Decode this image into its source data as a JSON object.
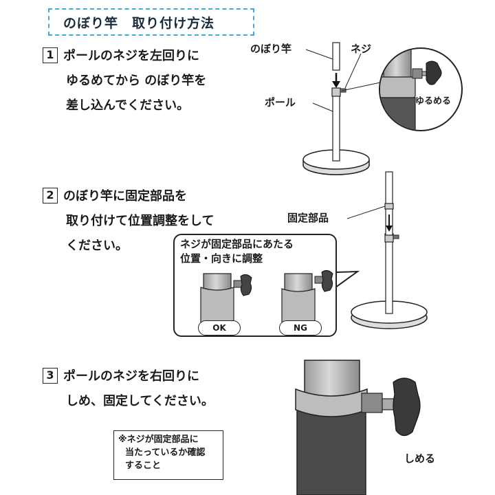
{
  "title": "のぼり竿　取り付け方法",
  "steps": [
    {
      "num": "1",
      "lines": [
        "ポールのネジを左回りに",
        "ゆるめてから のぼり竿を",
        "差し込んでください。"
      ]
    },
    {
      "num": "2",
      "lines": [
        "のぼり竿に固定部品を",
        "取り付けて位置調整をして",
        "ください。"
      ]
    },
    {
      "num": "3",
      "lines": [
        "ポールのネジを右回りに",
        "しめ、固定してください。"
      ]
    }
  ],
  "labels": {
    "nobori": "のぼり竿",
    "neji": "ネジ",
    "pole": "ポール",
    "yurumeru": "ゆるめる",
    "kotei": "固定部品",
    "shimeru": "しめる"
  },
  "callout": {
    "lines": [
      "ネジが固定部品にあたる",
      "位置・向きに調整"
    ],
    "ok": "OK",
    "ng": "NG"
  },
  "note": {
    "lines": [
      "※ネジが固定部品に",
      "当たっているか確認",
      "すること"
    ]
  }
}
